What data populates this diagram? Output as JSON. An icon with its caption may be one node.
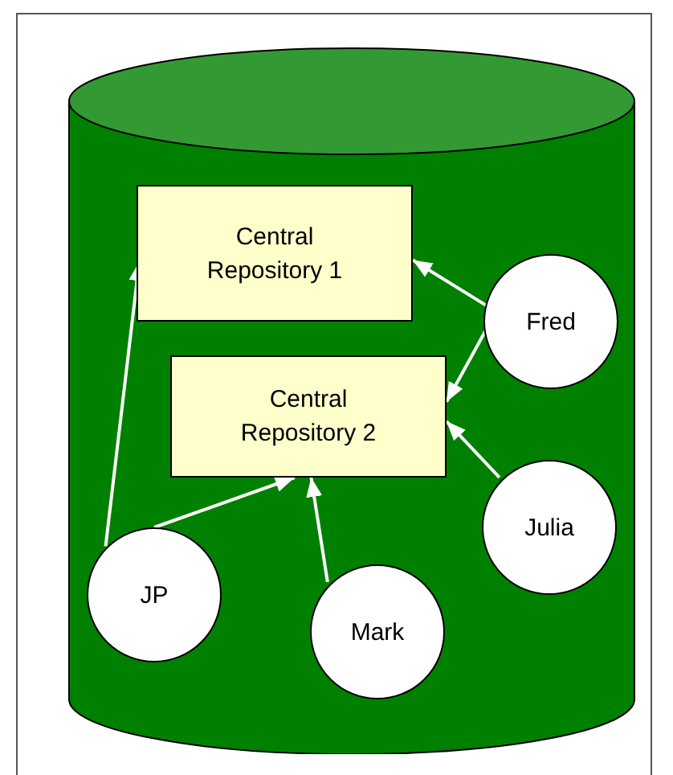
{
  "diagram": {
    "nodes": [
      {
        "text": [],
        "shape": "cylinder"
      },
      {
        "text": [
          "Central Repository 1"
        ],
        "in": 0
      },
      {
        "text": [
          "Fred"
        ],
        "in": 0
      },
      {
        "text": [
          "Central Repository 2"
        ],
        "in": 0
      },
      {
        "text": [
          "Julia"
        ],
        "in": 0
      },
      {
        "text": [
          "JP"
        ],
        "in": 0
      },
      {
        "text": [
          "Mark"
        ],
        "in": 0
      }
    ],
    "edges": [
      {
        "from": 2,
        "to": 1,
        "arrow": "to"
      },
      {
        "from": 2,
        "to": 3,
        "arrow": "to"
      },
      {
        "from": 4,
        "to": 3,
        "arrow": "to"
      },
      {
        "from": 5,
        "to": 1,
        "arrow": "to"
      },
      {
        "from": 5,
        "to": 3,
        "arrow": "to"
      },
      {
        "from": 6,
        "to": 3,
        "arrow": "to"
      }
    ]
  }
}
